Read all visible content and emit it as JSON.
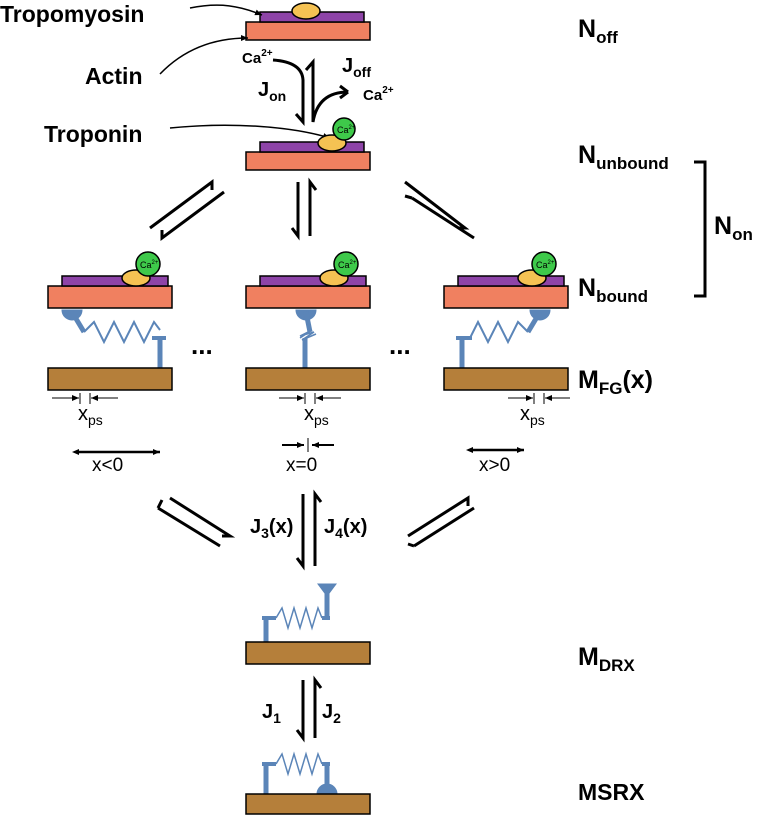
{
  "labels": {
    "tropomyosin": "Tropomyosin",
    "actin": "Actin",
    "troponin": "Troponin",
    "ca_main": "Ca",
    "ca_sup": "2+",
    "ca_ball": "Ca",
    "ca_ball_sup": "2+",
    "j_on_main": "J",
    "j_on_sub": "on",
    "j_off_main": "J",
    "j_off_sub": "off",
    "dots": "...",
    "x_main": "x",
    "x_sub": "ps",
    "x_lt": "x<0",
    "x_eq": "x=0",
    "x_gt": "x>0",
    "j3_main": "J",
    "j3_sub": "3",
    "j3_arg": "(x)",
    "j4_main": "J",
    "j4_sub": "4",
    "j4_arg": "(x)",
    "j1_main": "J",
    "j1_sub": "1",
    "j2_main": "J",
    "j2_sub": "2"
  },
  "states": {
    "n_off_main": "N",
    "n_off_sub": "off",
    "n_unbound_main": "N",
    "n_unbound_sub": "unbound",
    "n_bound_main": "N",
    "n_bound_sub": "bound",
    "n_on_main": "N",
    "n_on_sub": "on",
    "m_fg_main": "M",
    "m_fg_sub": "FG",
    "m_fg_arg": "(x)",
    "m_drx_main": "M",
    "m_drx_sub": "DRX",
    "m_srx": "MSRX"
  },
  "colors": {
    "actin": "#f08060",
    "tropomyosin": "#8e44a8",
    "troponin": "#f5c253",
    "calcium": "#3ec94a",
    "myosin": "#5b85b8",
    "filament": "#b57f3a"
  }
}
